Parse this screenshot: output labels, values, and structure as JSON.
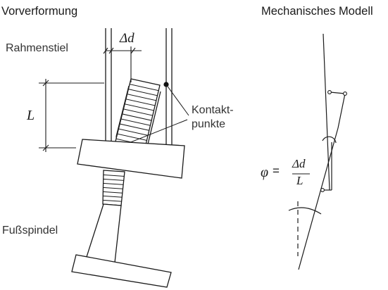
{
  "titles": {
    "left": "Vorverformung",
    "right": "Mechanisches Modell"
  },
  "labels": {
    "frame_post": "Rahmenstiel",
    "contact_points_line1": "Kontakt-",
    "contact_points_line2": "punkte",
    "base_spindle": "Fußspindel",
    "offset": "Δd",
    "length": "L"
  },
  "formula": {
    "symbol": "φ",
    "equals": "=",
    "numerator": "Δd",
    "denominator": "L"
  }
}
